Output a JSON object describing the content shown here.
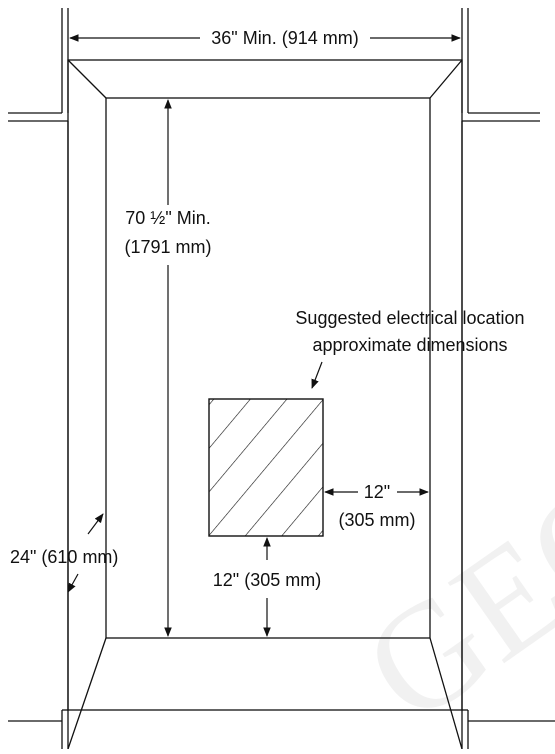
{
  "diagram": {
    "labels": {
      "width_min": "36\" Min. (914 mm)",
      "height_min_line1": "70 ½\" Min.",
      "height_min_line2": "(1791 mm)",
      "depth": "24\" (610 mm)",
      "electrical_line1": "Suggested electrical location",
      "electrical_line2": "approximate dimensions",
      "side_offset_line1": "12\"",
      "side_offset_line2": "(305 mm)",
      "floor_offset": "12\" (305 mm)"
    },
    "watermark": "GEOED Since"
  },
  "colors": {
    "line": "#111111",
    "watermark": "#e8e8e8"
  }
}
